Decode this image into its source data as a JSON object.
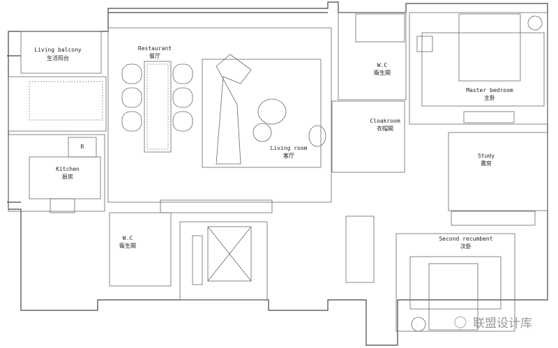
{
  "rooms": {
    "living_balcony": {
      "en": "Living balcony",
      "zh": "生活阳台"
    },
    "restaurant": {
      "en": "Restaurant",
      "zh": "餐厅"
    },
    "kitchen": {
      "en": "Kitchen",
      "zh": "厨房"
    },
    "living_room": {
      "en": "Living room",
      "zh": "客厅"
    },
    "wc_master": {
      "en": "W.C",
      "zh": "衛生間"
    },
    "cloakroom": {
      "en": "Cloakroom",
      "zh": "衣帽間"
    },
    "master_bedroom": {
      "en": "Master bedroom",
      "zh": "主卧"
    },
    "study": {
      "en": "Study",
      "zh": "書房"
    },
    "second_bedroom": {
      "en": "Second recumbent",
      "zh": "次卧"
    },
    "wc_guest": {
      "en": "W.C",
      "zh": "衛生間"
    }
  },
  "fridge_mark": "R",
  "watermark": "联盟设计库",
  "colors": {
    "line": "#444444",
    "background": "#ffffff",
    "watermark": "#999999"
  }
}
